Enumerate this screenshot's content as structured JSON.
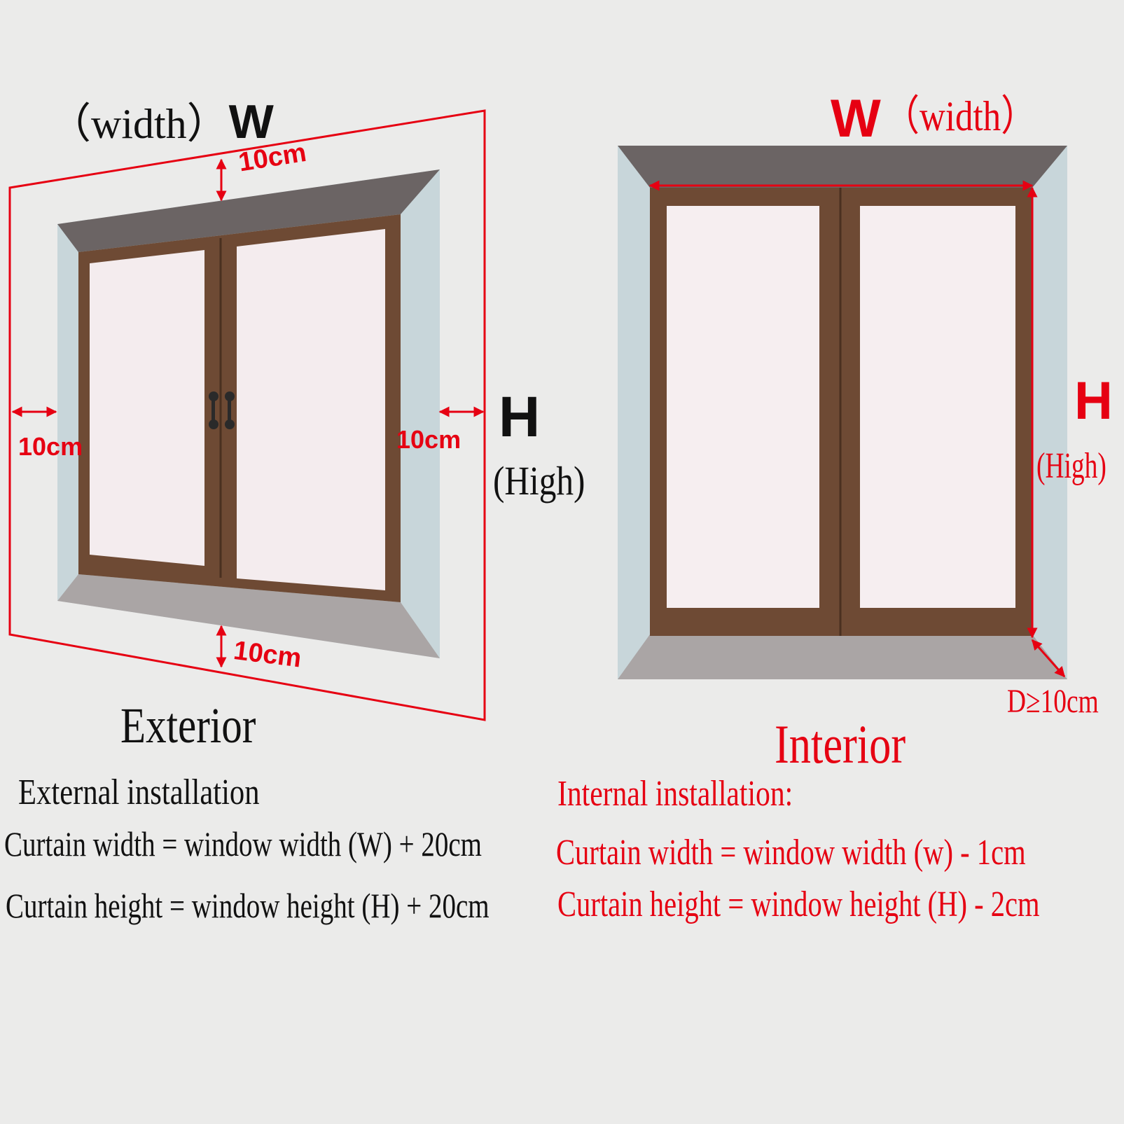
{
  "exterior": {
    "width_label": "（width）",
    "width_letter": "W",
    "margin_top": "10cm",
    "margin_left": "10cm",
    "margin_right": "10cm",
    "margin_bottom": "10cm",
    "height_letter": "H",
    "height_label": "(High)",
    "caption": "Exterior",
    "install_title": "External installation",
    "formula_width": "Curtain width = window width (W) + 20cm",
    "formula_height": "Curtain height = window height (H) + 20cm"
  },
  "interior": {
    "width_letter": "W",
    "width_label": "（width）",
    "height_letter": "H",
    "height_label": "(High)",
    "depth_label": "D≥10cm",
    "caption": "Interior",
    "install_title": "Internal installation:",
    "formula_width": "Curtain width = window width (w) - 1cm",
    "formula_height": "Curtain height = window height (H) - 2cm"
  },
  "colors": {
    "measure_line": "#e60012",
    "wall_recess": "#c8d6da",
    "header_shadow": "#6b6464",
    "sill": "#a9a4a4",
    "frame": "#6e4a34",
    "glass": "#f6eef0",
    "background": "#ebebea"
  }
}
